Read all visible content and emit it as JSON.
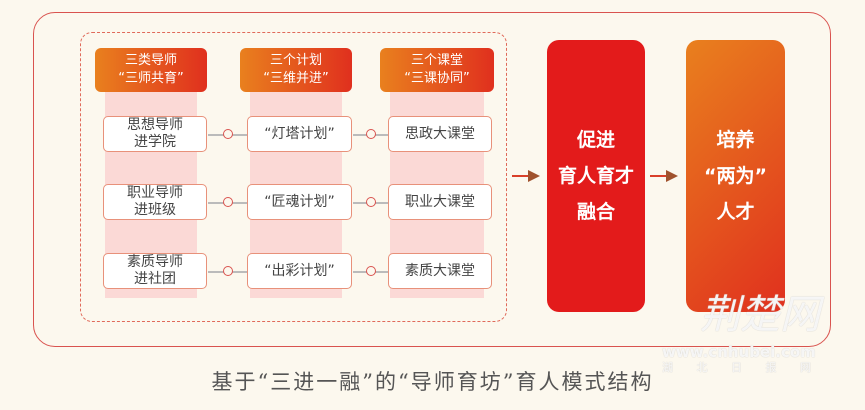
{
  "columns": [
    {
      "header": [
        "三类导师",
        "“三师共育”"
      ],
      "items": [
        [
          "思想导师",
          "进学院"
        ],
        [
          "职业导师",
          "进班级"
        ],
        [
          "素质导师",
          "进社团"
        ]
      ]
    },
    {
      "header": [
        "三个计划",
        "“三维并进”"
      ],
      "items": [
        [
          "“灯塔计划”"
        ],
        [
          "“匠魂计划”"
        ],
        [
          "“出彩计划”"
        ]
      ]
    },
    {
      "header": [
        "三个课堂",
        "“三课协同”"
      ],
      "items": [
        [
          "思政大课堂"
        ],
        [
          "职业大课堂"
        ],
        [
          "素质大课堂"
        ]
      ]
    }
  ],
  "outcome1": [
    "促进",
    "育人育才",
    "融合"
  ],
  "outcome2": [
    "培养",
    "“两为”",
    "人才"
  ],
  "caption": "基于“三进一融”的“导师育坊”育人模式结构",
  "watermark": {
    "logo": "荆楚网",
    "url": "www.cnhubei.com",
    "sub": "湖 北 日 报 网"
  },
  "colors": {
    "red": "#e31b1b",
    "orange_start": "#e9801e",
    "orange_end": "#e0301e"
  }
}
